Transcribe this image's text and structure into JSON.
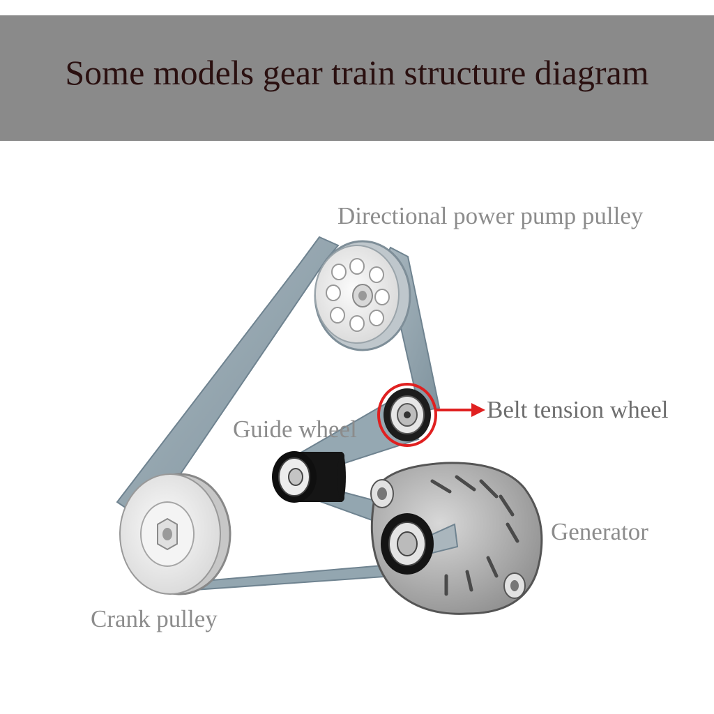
{
  "title": "Some models gear train structure diagram",
  "labels": {
    "pump": "Directional power pump pulley",
    "tension": "Belt tension wheel",
    "guide": "Guide wheel",
    "generator": "Generator",
    "crank": "Crank pulley"
  },
  "colors": {
    "banner": "#8a8a8a",
    "title_text": "#2a1010",
    "label_text": "#8c8c8c",
    "belt": "#8fa2ad",
    "highlight": "#e02020"
  },
  "icons": {
    "pump_pulley": "pulley-icon",
    "tension_wheel": "bearing-icon",
    "guide_wheel": "roller-icon",
    "generator": "alternator-icon",
    "crank_pulley": "pulley-icon"
  }
}
